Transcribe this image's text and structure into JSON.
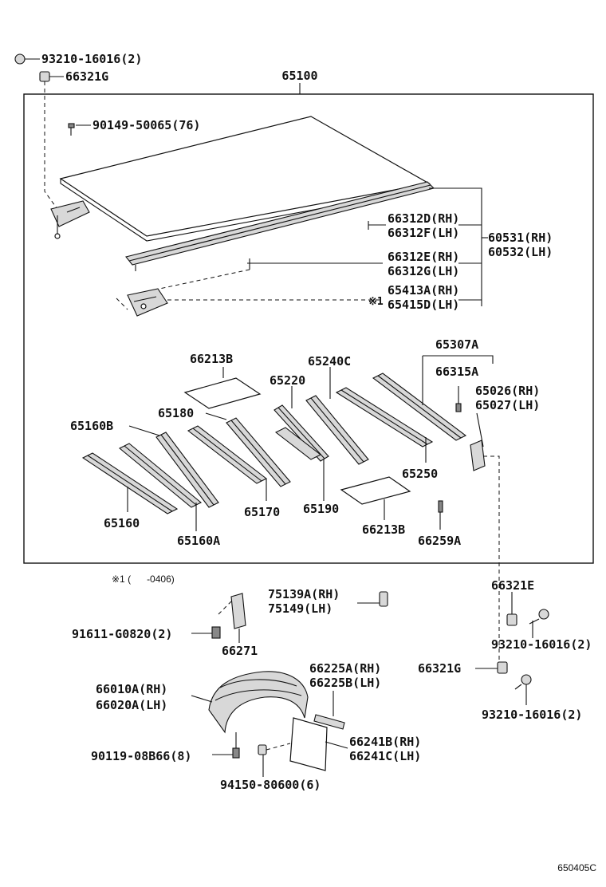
{
  "diagram": {
    "assembly_label": "65100",
    "footnote": "※1 (      -0406)",
    "drawing_code": "650405C",
    "labels": [
      "93210-16016(2)",
      "66321G",
      "90149-50065(76)",
      "66312D(RH)",
      "66312F(LH)",
      "60531(RH)",
      "60532(LH)",
      "66312E(RH)",
      "66312G(LH)",
      "65413A(RH)",
      "65415D(LH)",
      "※1",
      "65307A",
      "66315A",
      "65026(RH)",
      "65027(LH)",
      "66213B",
      "65240C",
      "65220",
      "65180",
      "65160B",
      "65250",
      "65190",
      "65170",
      "65160",
      "65160A",
      "66213B",
      "66259A",
      "66321E",
      "75139A(RH)",
      "75149(LH)",
      "91611-G0820(2)",
      "66271",
      "93210-16016(2)",
      "66321G",
      "93210-16016(2)",
      "66225A(RH)",
      "66225B(LH)",
      "66010A(RH)",
      "66020A(LH)",
      "66241B(RH)",
      "66241C(LH)",
      "90119-08B66(8)",
      "94150-80600(6)"
    ]
  }
}
